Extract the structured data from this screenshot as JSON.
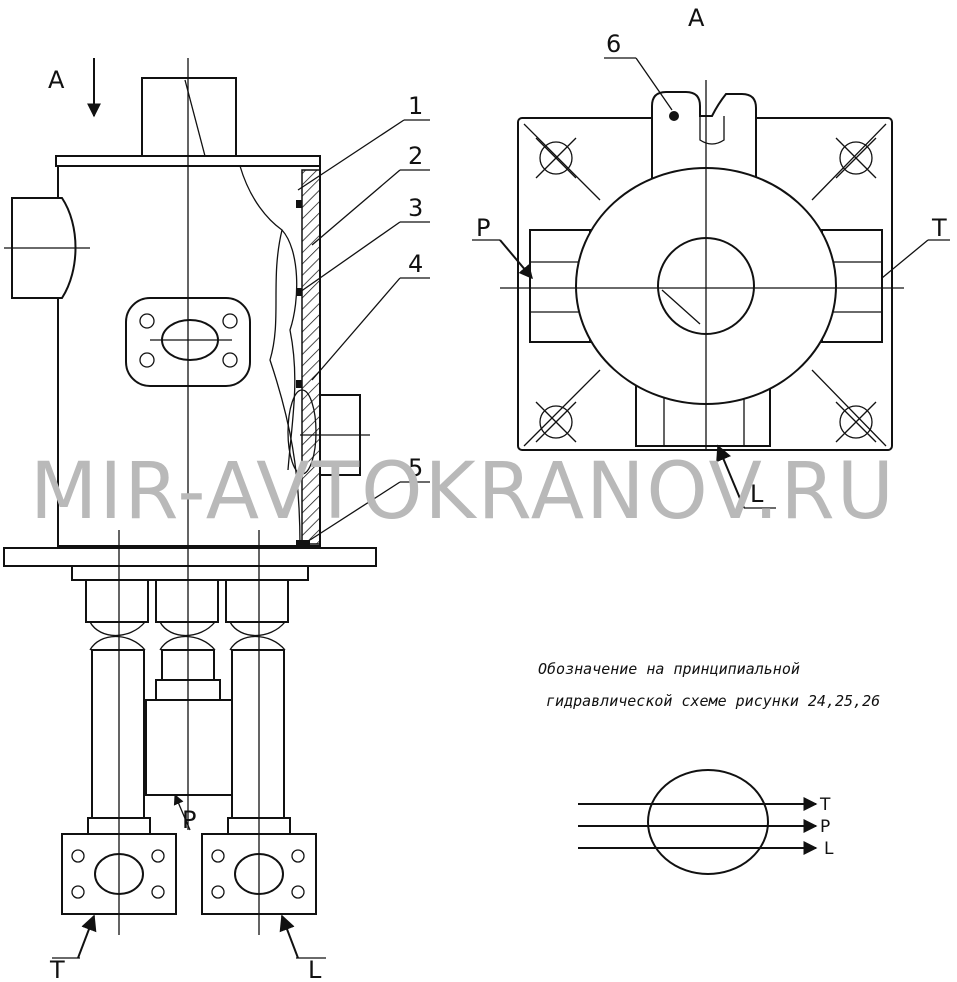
{
  "view_label_left": "A",
  "view_label_right": "A",
  "callouts": [
    "1",
    "2",
    "3",
    "4",
    "5",
    "6"
  ],
  "ports": {
    "left_P": "P",
    "left_T": "T",
    "left_L": "L",
    "right_P": "P",
    "right_T": "T",
    "right_L": "L"
  },
  "note": {
    "line1": "Обозначение на принципиальной",
    "line2": "гидравлической схеме рисунки 24,25,26"
  },
  "symbol": {
    "t": "T",
    "p": "P",
    "l": "L"
  },
  "watermark": "MIR-AVTOKRANOV.RU"
}
